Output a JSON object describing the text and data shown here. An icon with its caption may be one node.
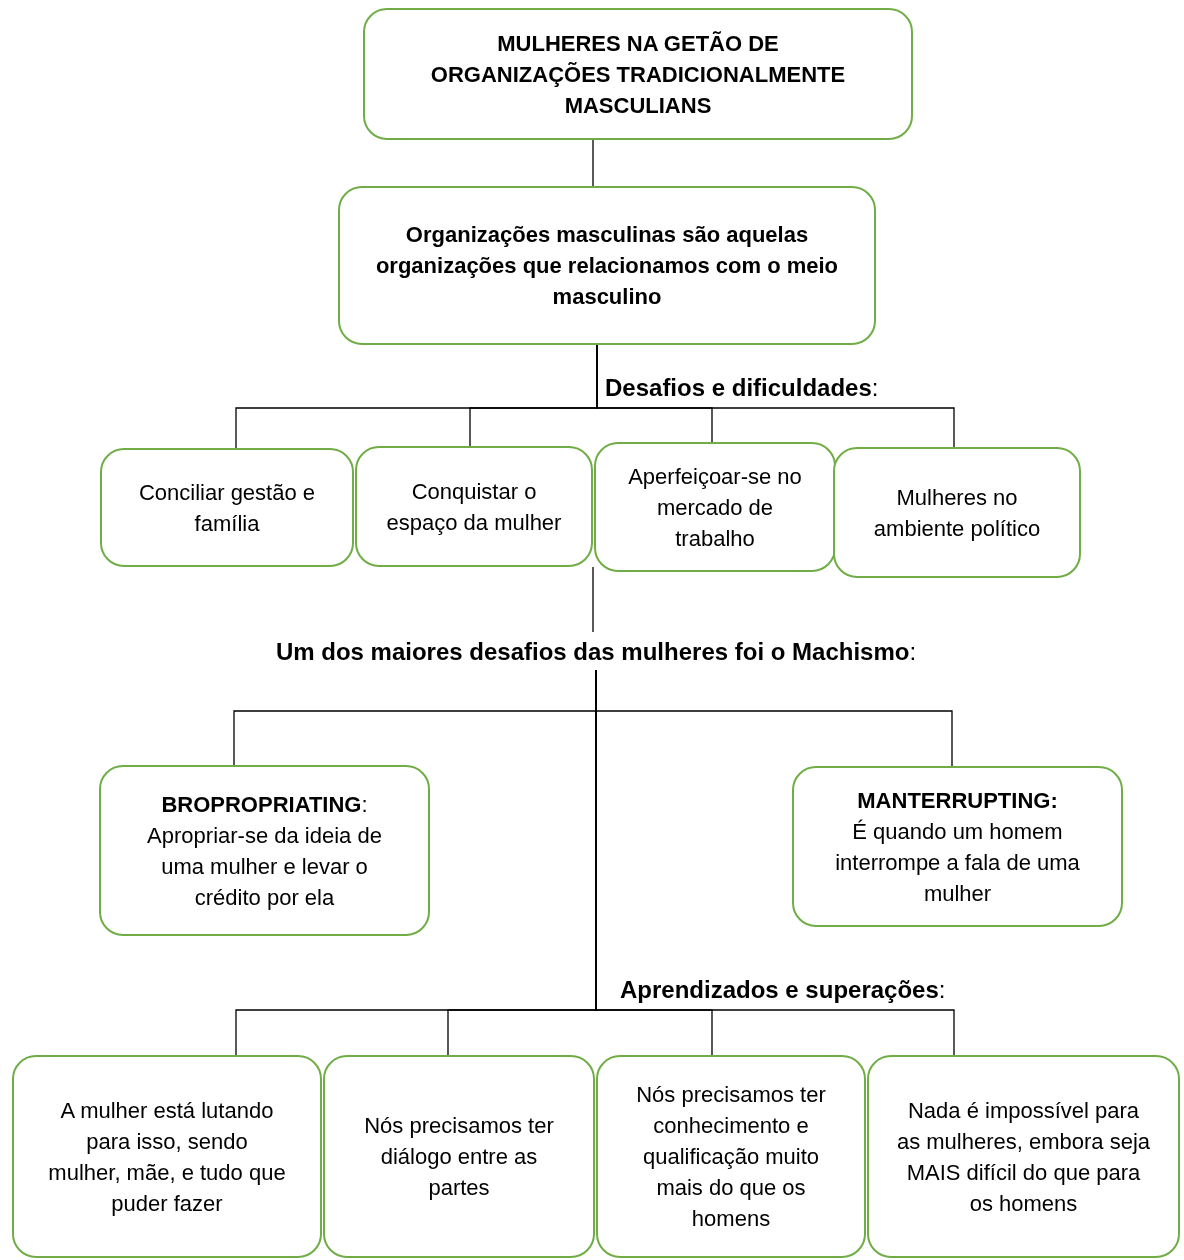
{
  "diagram": {
    "nodes": [
      {
        "text": [
          "MULHERES NA GETÃO DE ORGANIZAÇÕES TRADICIONALMENTE MASCULIANS"
        ]
      },
      {
        "text": [
          "Organizações masculinas são aquelas organizações que relacionamos com o meio masculino"
        ]
      },
      {
        "text": [
          "Conciliar gestão e família"
        ]
      },
      {
        "text": [
          "Conquistar o espaço da mulher"
        ]
      },
      {
        "text": [
          "Aperfeiçoar-se no mercado de trabalho"
        ]
      },
      {
        "text": [
          "Mulheres no ambiente político"
        ]
      },
      {
        "text": [
          "**Um dos maiores desafios das mulheres foi o Machismo**:"
        ]
      },
      {
        "text": [
          "**BROPROPRIATING**:",
          "Apropriar-se da ideia de uma mulher e levar o crédito por ela"
        ]
      },
      {
        "text": [
          "MANTERRUPTING:",
          "É quando um homem interrompe a fala de uma mulher"
        ]
      },
      {
        "text": [
          "A mulher está lutando para isso, sendo mulher, mãe, e tudo que puder fazer"
        ]
      },
      {
        "text": [
          "Nós precisamos ter diálogo entre as partes"
        ]
      },
      {
        "text": [
          "Nós precisamos ter conhecimento e qualificação muito mais do que os homens"
        ]
      },
      {
        "text": [
          "Nada é impossível para as mulheres, embora seja MAIS difícil do que para os homens"
        ]
      }
    ],
    "edges": [
      {
        "from": 0,
        "to": 1,
        "arrow": "none"
      },
      {
        "from": 1,
        "to": 2,
        "arrow": "none"
      },
      {
        "from": 1,
        "to": 3,
        "arrow": "none"
      },
      {
        "from": 1,
        "to": 4,
        "arrow": "none"
      },
      {
        "from": 1,
        "to": 5,
        "arrow": "none"
      },
      {
        "from": 3,
        "to": 6,
        "arrow": "none"
      },
      {
        "from": 6,
        "to": 7,
        "arrow": "none"
      },
      {
        "from": 6,
        "to": 8,
        "arrow": "none"
      },
      {
        "from": 6,
        "to": 9,
        "arrow": "none"
      },
      {
        "from": 6,
        "to": 10,
        "arrow": "none"
      },
      {
        "from": 6,
        "to": 11,
        "arrow": "none"
      },
      {
        "from": 6,
        "to": 12,
        "arrow": "none"
      }
    ],
    "labels": [
      "**Desafios e dificuldades**:",
      "**Aprendizados e superações**:"
    ]
  }
}
